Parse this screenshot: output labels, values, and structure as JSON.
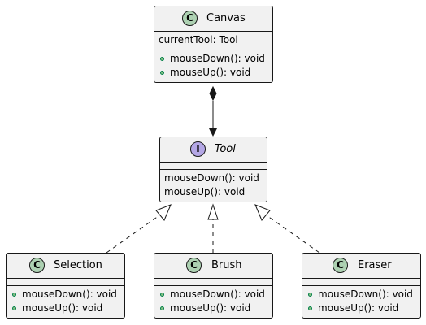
{
  "classes": {
    "canvas": {
      "kind": "class",
      "badge": "C",
      "name": "Canvas",
      "fields": [
        "currentTool: Tool"
      ],
      "methods": [
        "mouseDown(): void",
        "mouseUp(): void"
      ]
    },
    "tool": {
      "kind": "interface",
      "badge": "I",
      "name": "Tool",
      "methods": [
        "mouseDown(): void",
        "mouseUp(): void"
      ]
    },
    "selection": {
      "kind": "class",
      "badge": "C",
      "name": "Selection",
      "methods": [
        "mouseDown(): void",
        "mouseUp(): void"
      ]
    },
    "brush": {
      "kind": "class",
      "badge": "C",
      "name": "Brush",
      "methods": [
        "mouseDown(): void",
        "mouseUp(): void"
      ]
    },
    "eraser": {
      "kind": "class",
      "badge": "C",
      "name": "Eraser",
      "methods": [
        "mouseDown(): void",
        "mouseUp(): void"
      ]
    }
  },
  "relations": [
    {
      "from": "canvas",
      "to": "tool",
      "type": "composition"
    },
    {
      "from": "selection",
      "to": "tool",
      "type": "realization"
    },
    {
      "from": "brush",
      "to": "tool",
      "type": "realization"
    },
    {
      "from": "eraser",
      "to": "tool",
      "type": "realization"
    }
  ],
  "colors": {
    "class_fill": "#f1f1f1",
    "border": "#181818",
    "class_badge": "#add1b2",
    "interface_badge": "#b4a7e5",
    "public_method_dot": "#84be84"
  }
}
